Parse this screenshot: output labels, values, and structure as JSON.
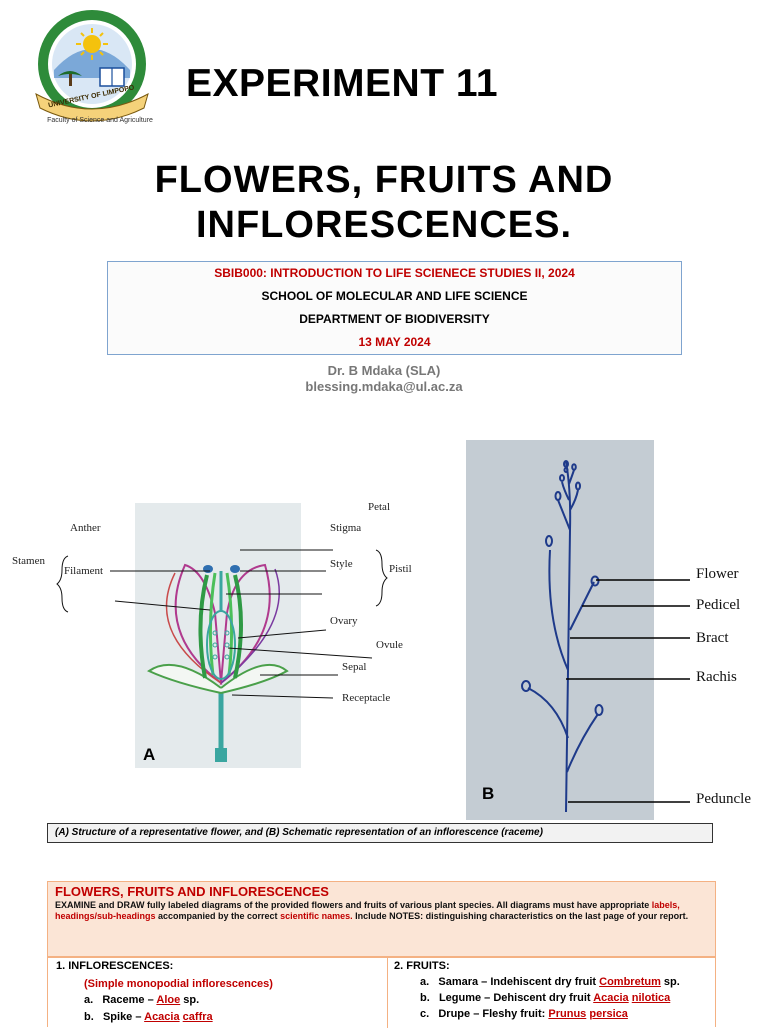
{
  "logo": {
    "ring_text": "UNIVERSITY OF LIMPOPO",
    "caption": "Faculty of Science and Agriculture"
  },
  "header": {
    "experiment": "EXPERIMENT 11",
    "title_line1": "FLOWERS, FRUITS AND",
    "title_line2": "INFLORESCENCES."
  },
  "info": {
    "course": "SBIB000: INTRODUCTION  TO LIFE SCIENECE STUDIES II, 2024",
    "school": "SCHOOL OF MOLECULAR AND LIFE SCIENCE",
    "department": "DEPARTMENT OF BIODIVERSITY",
    "date": "13 MAY 2024"
  },
  "author": {
    "name": "Dr. B Mdaka (SLA)",
    "email": "blessing.mdaka@ul.ac.za"
  },
  "figureA": {
    "letter": "A",
    "labels": {
      "petal": "Petal",
      "anther": "Anther",
      "stigma": "Stigma",
      "stamen": "Stamen",
      "filament": "Filament",
      "style": "Style",
      "pistil": "Pistil",
      "ovary": "Ovary",
      "ovule": "Ovule",
      "sepal": "Sepal",
      "receptacle": "Receptacle"
    }
  },
  "figureB": {
    "letter": "B",
    "labels": {
      "flower": "Flower",
      "pedicel": "Pedicel",
      "bract": "Bract",
      "rachis": "Rachis",
      "peduncle": "Peduncle"
    }
  },
  "caption": "(A) Structure of a representative flower, and (B) Schematic representation of an inflorescence (raceme)",
  "notes": {
    "title": "FLOWERS, FRUITS AND INFLORESCENCES",
    "p1": "EXAMINE and DRAW fully labeled diagrams of the provided flowers and fruits of various plant species. All diagrams must have appropriate ",
    "p2": "labels, headings/sub-headings",
    "p3": " accompanied by the correct ",
    "p4": "scientific names.",
    "p5": " Include NOTES: distinguishing characteristics on the last page of your report."
  },
  "inflorescences": {
    "heading": "1.      INFLORESCENCES:",
    "subheading": "(Simple monopodial inflorescences)",
    "items": [
      {
        "marker": "a.",
        "label": "Raceme – ",
        "sci1": "Aloe",
        "rest": " sp."
      },
      {
        "marker": "b.",
        "label": "Spike – ",
        "sci1": "Acacia",
        "sci2": "caffra"
      }
    ]
  },
  "fruits": {
    "heading": "2.      FRUITS:",
    "items": [
      {
        "marker": "a.",
        "label": "Samara – Indehiscent dry fruit ",
        "sci1": "Combretum",
        "rest": " sp."
      },
      {
        "marker": "b.",
        "label": "Legume – Dehiscent dry fruit ",
        "sci1": "Acacia",
        "sci2": "nilotica"
      },
      {
        "marker": "c.",
        "label": "Drupe – Fleshy fruit: ",
        "sci1": "Prunus",
        "sci2": "persica"
      }
    ]
  }
}
